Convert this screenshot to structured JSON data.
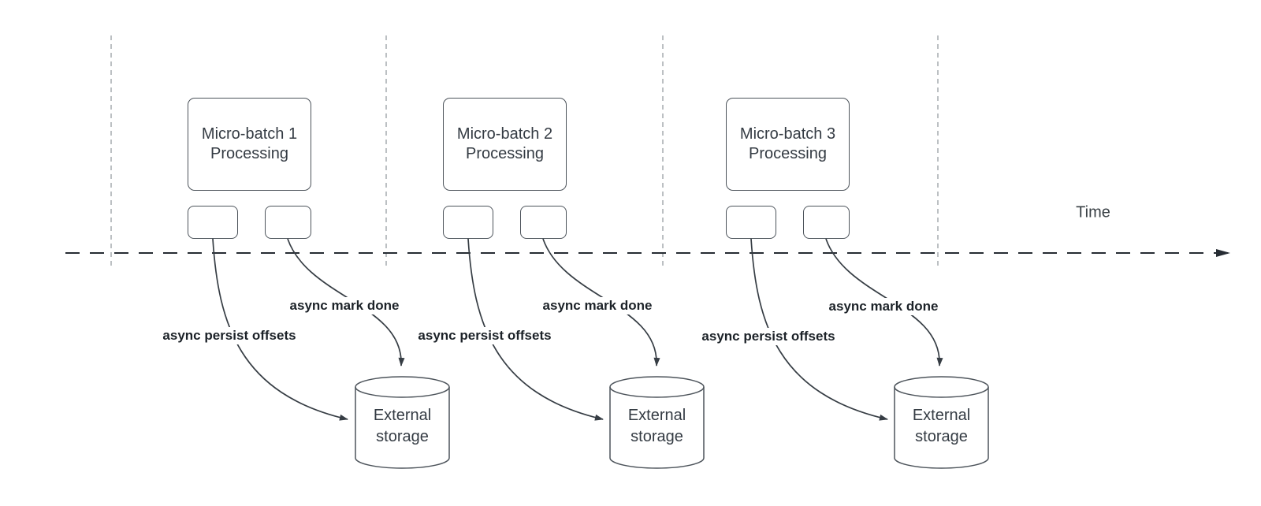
{
  "timeline": {
    "label": "Time"
  },
  "batches": [
    {
      "title_line1": "Micro-batch 1",
      "title_line2": "Processing",
      "persist_label": "async persist offsets",
      "mark_done_label": "async mark done",
      "storage_line1": "External",
      "storage_line2": "storage"
    },
    {
      "title_line1": "Micro-batch 2",
      "title_line2": "Processing",
      "persist_label": "async persist offsets",
      "mark_done_label": "async mark done",
      "storage_line1": "External",
      "storage_line2": "storage"
    },
    {
      "title_line1": "Micro-batch 3",
      "title_line2": "Processing",
      "persist_label": "async persist offsets",
      "mark_done_label": "async mark done",
      "storage_line1": "External",
      "storage_line2": "storage"
    }
  ],
  "colors": {
    "shape_stroke": "#4d545b",
    "curve_stroke": "#363d44",
    "timeline_stroke": "#262c33",
    "guide_stroke": "#a6abaf",
    "box_text": "#343b43",
    "edge_label_text": "#1c2228"
  }
}
